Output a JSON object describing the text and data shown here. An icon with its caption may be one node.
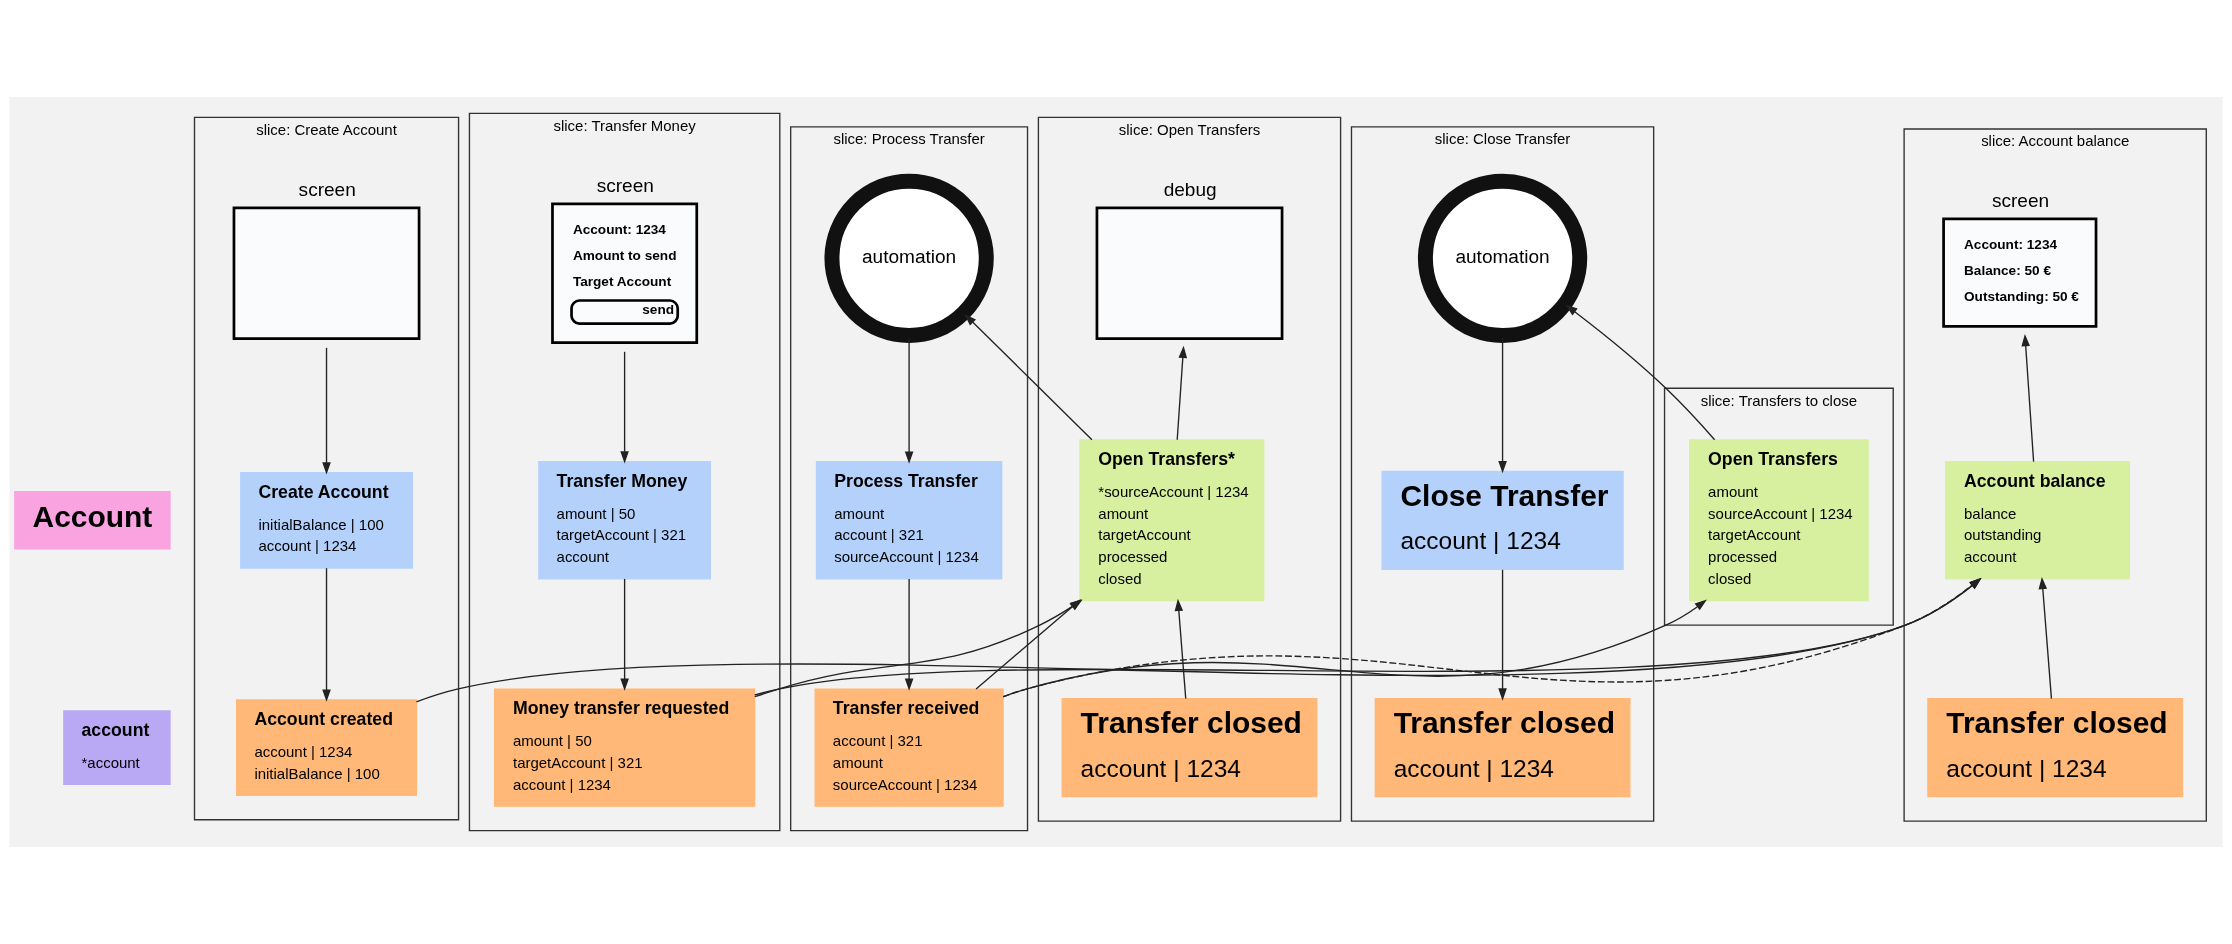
{
  "diagram": {
    "nodes": [
      {
        "text": [
          "Account"
        ]
      },
      {
        "text": [
          "account",
          "*account"
        ]
      },
      {
        "text": [
          "slice: Create Account"
        ]
      },
      {
        "text": [
          "screen"
        ],
        "in": 2
      },
      {
        "text": [
          "Create Account",
          "initialBalance | 100",
          "account | 1234"
        ],
        "in": 2
      },
      {
        "text": [
          "Account created",
          "account | 1234",
          "initialBalance | 100"
        ],
        "in": 2
      },
      {
        "text": [
          "slice: Transfer Money"
        ]
      },
      {
        "text": [
          "screen",
          "Account: 1234",
          "Amount to send",
          "Target Account",
          "send"
        ],
        "in": 6
      },
      {
        "text": [
          "Transfer Money",
          "amount | 50",
          "targetAccount | 321",
          "account"
        ],
        "in": 6
      },
      {
        "text": [
          "Money transfer requested",
          "amount | 50",
          "targetAccount | 321",
          "account | 1234"
        ],
        "in": 6
      },
      {
        "text": [
          "slice: Account balance"
        ]
      },
      {
        "text": [
          "screen",
          "Account: 1234",
          "Balance: 50 €",
          "Outstanding: 50 €"
        ],
        "in": 10
      },
      {
        "text": [
          "Account balance",
          "balance",
          "outstanding",
          "account"
        ],
        "in": 10
      },
      {
        "text": [
          "Transfer closed",
          "account | 1234"
        ],
        "in": 10
      },
      {
        "text": [
          "slice: Open Transfers"
        ]
      },
      {
        "text": [
          "debug"
        ],
        "in": 14
      },
      {
        "text": [
          "Open Transfers*",
          "*sourceAccount | 1234",
          "amount",
          "targetAccount",
          "processed",
          "closed"
        ],
        "in": 14
      },
      {
        "text": [
          "Transfer closed",
          "account | 1234"
        ],
        "in": 14
      },
      {
        "text": [
          "slice: Process Transfer"
        ]
      },
      {
        "text": [
          "automation"
        ],
        "in": 18
      },
      {
        "text": [
          "Process Transfer",
          "amount",
          "account | 321",
          "sourceAccount | 1234"
        ],
        "in": 18
      },
      {
        "text": [
          "Transfer received",
          "account | 321",
          "amount",
          "sourceAccount | 1234"
        ],
        "in": 18
      },
      {
        "text": [
          "slice: Transfers to close"
        ]
      },
      {
        "text": [
          "Open Transfers",
          "amount",
          "sourceAccount | 1234",
          "targetAccount",
          "processed",
          "closed"
        ],
        "in": 22
      },
      {
        "text": [
          "slice: Close Transfer"
        ]
      },
      {
        "text": [
          "automation"
        ],
        "in": 24
      },
      {
        "text": [
          "Close Transfer",
          "account | 1234"
        ],
        "in": 24
      },
      {
        "text": [
          "Transfer closed",
          "account | 1234"
        ],
        "in": 24
      }
    ],
    "edges": [
      {
        "from": 3,
        "to": 4,
        "arrow": "to"
      },
      {
        "from": 4,
        "to": 5,
        "arrow": "to"
      },
      {
        "from": 7,
        "to": 8,
        "arrow": "to"
      },
      {
        "from": 8,
        "to": 9,
        "arrow": "to"
      },
      {
        "from": 5,
        "to": 12,
        "arrow": "to"
      },
      {
        "from": 9,
        "to": 12,
        "arrow": "to"
      },
      {
        "from": 13,
        "to": 12,
        "arrow": "to"
      },
      {
        "from": 12,
        "to": 11,
        "arrow": "to"
      },
      {
        "from": 21,
        "to": 12,
        "arrow": "to",
        "style": "dashed"
      },
      {
        "from": 9,
        "to": 16,
        "arrow": "to"
      },
      {
        "from": 17,
        "to": 16,
        "arrow": "to"
      },
      {
        "from": 21,
        "to": 16,
        "arrow": "to"
      },
      {
        "from": 16,
        "to": 15,
        "arrow": "to"
      },
      {
        "from": 16,
        "to": 19,
        "arrow": "to"
      },
      {
        "from": 19,
        "to": 20,
        "arrow": "to"
      },
      {
        "from": 20,
        "to": 21,
        "arrow": "to"
      },
      {
        "from": 21,
        "to": 23,
        "arrow": "to"
      },
      {
        "from": 23,
        "to": 25,
        "arrow": "to"
      },
      {
        "from": 25,
        "to": 26,
        "arrow": "to"
      },
      {
        "from": 26,
        "to": 27,
        "arrow": "to"
      }
    ]
  }
}
